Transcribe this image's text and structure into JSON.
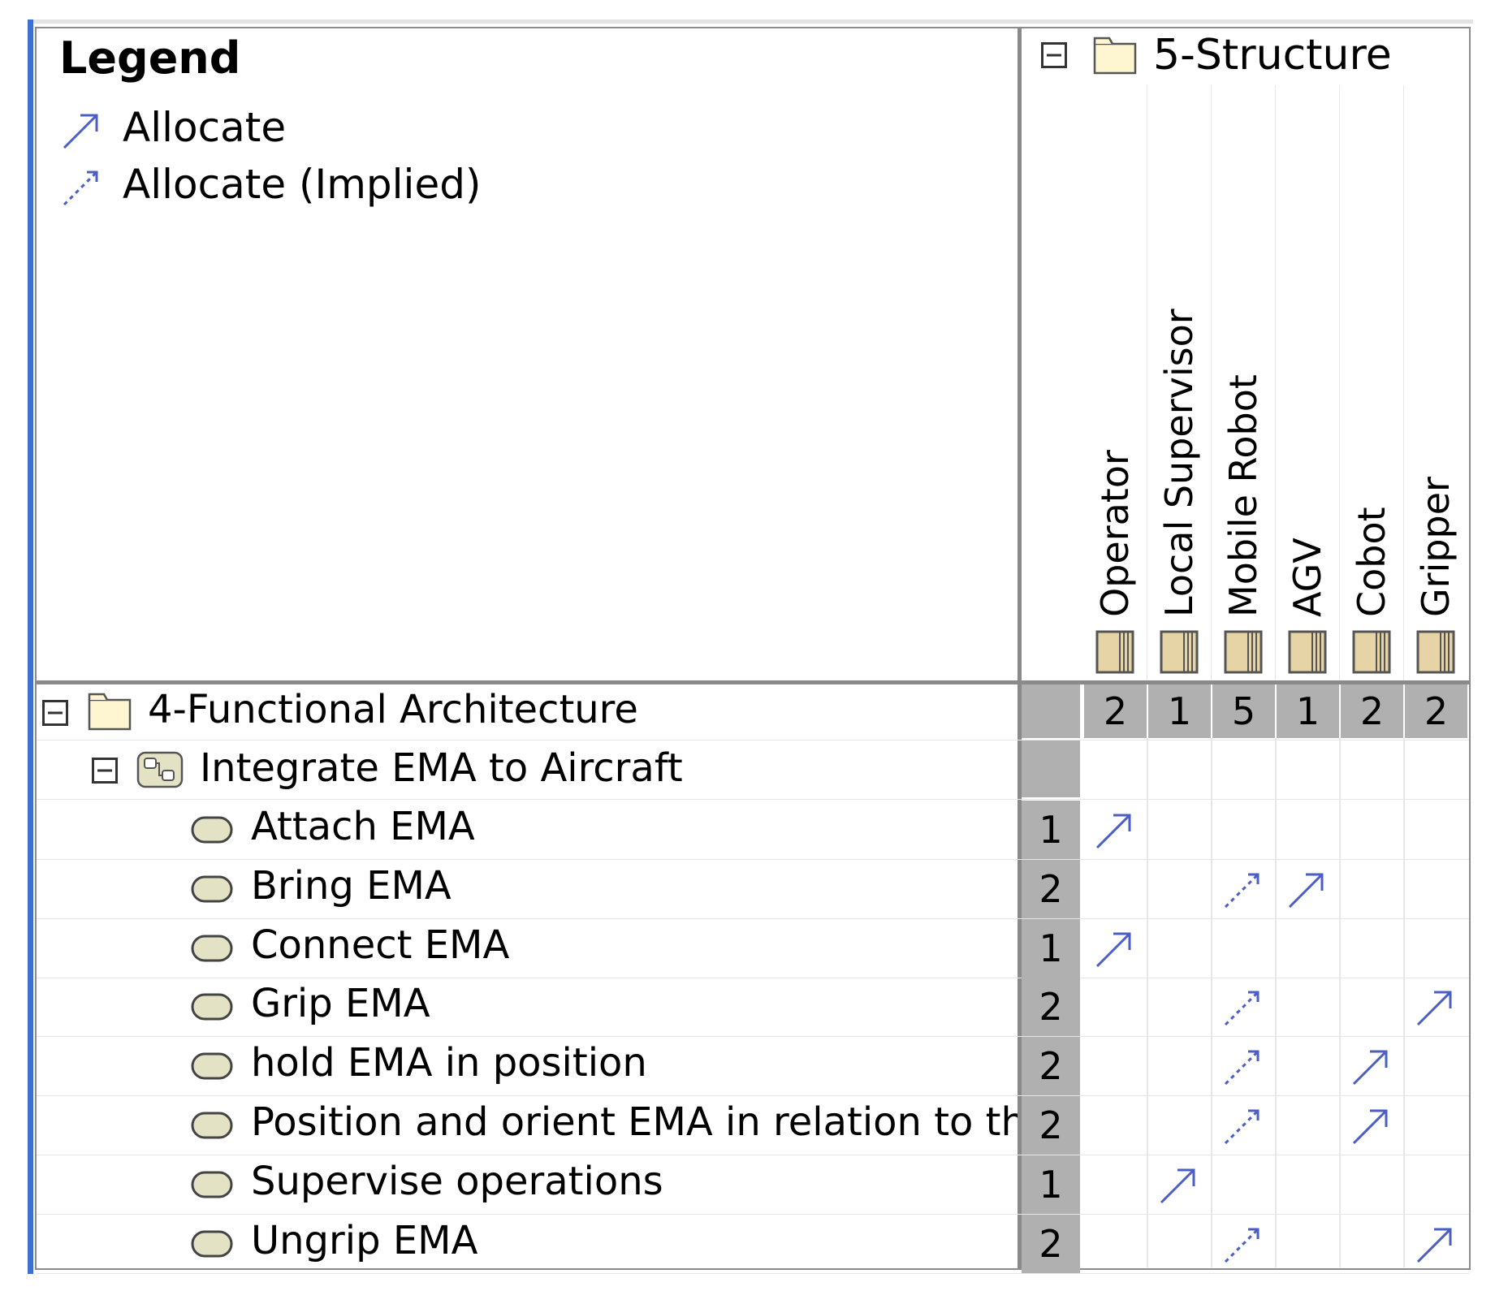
{
  "legend": {
    "title": "Legend",
    "items": [
      {
        "label": "Allocate",
        "icon": "allocate-arrow-icon",
        "style": "solid"
      },
      {
        "label": "Allocate (Implied)",
        "icon": "allocate-implied-arrow-icon",
        "style": "dashed"
      }
    ]
  },
  "column_group": {
    "label": "5-Structure",
    "expander": "collapse-icon",
    "icon": "folder-icon"
  },
  "columns": [
    {
      "label": "Operator",
      "total": "2",
      "icon": "block-icon"
    },
    {
      "label": "Local Supervisor",
      "total": "1",
      "icon": "block-icon"
    },
    {
      "label": "Mobile Robot",
      "total": "5",
      "icon": "block-icon"
    },
    {
      "label": "AGV",
      "total": "1",
      "icon": "block-icon"
    },
    {
      "label": "Cobot",
      "total": "2",
      "icon": "block-icon"
    },
    {
      "label": "Gripper",
      "total": "2",
      "icon": "block-icon"
    }
  ],
  "row_root": {
    "label": "4-Functional Architecture",
    "icon": "folder-icon",
    "expander": "collapse-icon"
  },
  "row_group": {
    "label": "Integrate EMA to Aircraft",
    "icon": "activity-icon",
    "expander": "collapse-icon"
  },
  "rows": [
    {
      "label": "Attach EMA",
      "count": "1",
      "cells": [
        "solid",
        "",
        "",
        "",
        "",
        ""
      ]
    },
    {
      "label": "Bring EMA",
      "count": "2",
      "cells": [
        "",
        "",
        "dashed",
        "solid",
        "",
        ""
      ]
    },
    {
      "label": "Connect EMA",
      "count": "1",
      "cells": [
        "solid",
        "",
        "",
        "",
        "",
        ""
      ]
    },
    {
      "label": "Grip EMA",
      "count": "2",
      "cells": [
        "",
        "",
        "dashed",
        "",
        "",
        "solid"
      ]
    },
    {
      "label": "hold EMA in position",
      "count": "2",
      "cells": [
        "",
        "",
        "dashed",
        "",
        "solid",
        ""
      ]
    },
    {
      "label": "Position and orient EMA in relation to th",
      "count": "2",
      "cells": [
        "",
        "",
        "dashed",
        "",
        "solid",
        ""
      ]
    },
    {
      "label": "Supervise operations",
      "count": "1",
      "cells": [
        "",
        "solid",
        "",
        "",
        "",
        ""
      ]
    },
    {
      "label": "Ungrip EMA",
      "count": "2",
      "cells": [
        "",
        "",
        "dashed",
        "",
        "",
        "solid"
      ]
    }
  ],
  "colors": {
    "arrow": "#4a5ec4",
    "count_bg": "#b0b0b0",
    "frame_accent": "#3c6fd0",
    "folder_fill": "#fdf6d0",
    "block_fill": "#e6d4a6",
    "action_fill": "#e4e2c4"
  }
}
